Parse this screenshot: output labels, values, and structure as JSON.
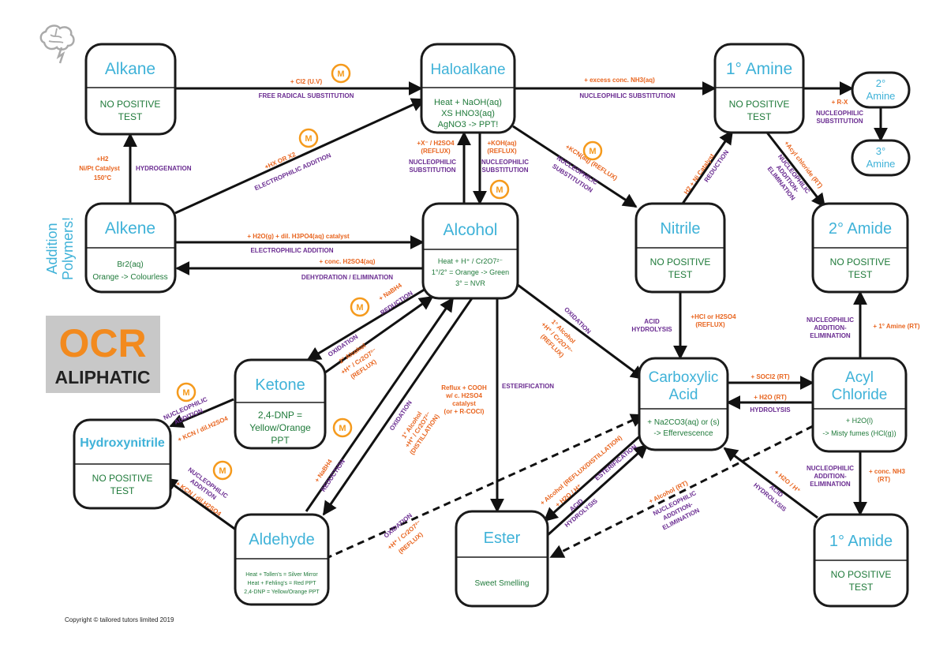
{
  "logo": {
    "icon": "brain-icon"
  },
  "brand": {
    "ocr": "OCR",
    "aliphatic": "ALIPHATIC",
    "ocr_color": "#f28a1e",
    "panel_color": "#c8c8c8"
  },
  "side_label": [
    "Addition",
    "Polymers!"
  ],
  "copyright": "Copyright © tailored tutors limited 2019",
  "colors": {
    "name": "#3fb2d8",
    "test": "#1f7a3a",
    "reagent": "#e8641e",
    "mechanism": "#6a2c91",
    "badge": "#f59a1c"
  },
  "nodes": {
    "alkane": {
      "name": "Alkane",
      "test": [
        "NO POSITIVE",
        "TEST"
      ]
    },
    "haloalkane": {
      "name": "Haloalkane",
      "test": [
        "Heat + NaOH(aq)",
        "XS HNO3(aq)",
        "AgNO3 -> PPT!"
      ]
    },
    "amine1": {
      "name": "1° Amine",
      "test": [
        "NO POSITIVE",
        "TEST"
      ]
    },
    "amine2": {
      "name": "2°",
      "name2": "Amine"
    },
    "amine3": {
      "name": "3°",
      "name2": "Amine"
    },
    "alkene": {
      "name": "Alkene",
      "test": [
        "Br2(aq)",
        "Orange -> Colourless"
      ]
    },
    "alcohol": {
      "name": "Alcohol",
      "test": [
        "Heat + H⁺ / Cr2O7²⁻",
        "1°/2° = Orange -> Green",
        "3° = NVR"
      ]
    },
    "nitrile": {
      "name": "Nitrile",
      "test": [
        "NO POSITIVE",
        "TEST"
      ]
    },
    "amide2": {
      "name": "2° Amide",
      "test": [
        "NO POSITIVE",
        "TEST"
      ]
    },
    "ketone": {
      "name": "Ketone",
      "test": [
        "2,4-DNP =",
        "Yellow/Orange",
        "PPT"
      ]
    },
    "carboxylic": {
      "name": "Carboxylic",
      "name2": "Acid",
      "test": [
        "+ Na2CO3(aq) or (s)",
        "-> Effervescence"
      ]
    },
    "acyl": {
      "name": "Acyl",
      "name2": "Chloride",
      "test": [
        "+ H2O(l)",
        "-> Misty fumes (HCl(g))"
      ]
    },
    "hydroxynitrile": {
      "name": "Hydroxynitrile",
      "test": [
        "NO POSITIVE",
        "TEST"
      ]
    },
    "aldehyde": {
      "name": "Aldehyde",
      "test": [
        "Heat + Tollen's = Silver Mirror",
        "Heat + Fehling's = Red PPT",
        "2,4-DNP = Yellow/Orange PPT"
      ]
    },
    "ester": {
      "name": "Ester",
      "test": [
        "Sweet Smelling"
      ]
    },
    "amide1": {
      "name": "1° Amide",
      "test": [
        "NO POSITIVE",
        "TEST"
      ]
    }
  },
  "labels": {
    "alkane_haloalkane_r": "+ Cl2 (U.V)",
    "alkane_haloalkane_m": "FREE RADICAL SUBSTITUTION",
    "halo_amine_r": "+ excess conc. NH3(aq)",
    "halo_amine_m": "NUCLEOPHILIC SUBSTITUTION",
    "amine_rx_r": "+ R-X",
    "amine_rx_m1": "NUCLEOPHILIC",
    "amine_rx_m2": "SUBSTITUTION",
    "hydrog_r1": "+H2",
    "hydrog_r2": "Ni/Pt Catalyst",
    "hydrog_r3": "150°C",
    "hydrog_m": "HYDROGENATION",
    "alkene_halo_r": "+HX OR X2",
    "alkene_halo_m": "ELECTROPHILIC ADDITION",
    "hydration_r": "+ H2O(g) + dil. H3PO4(aq) catalyst",
    "hydration_m": "ELECTROPHILIC ADDITION",
    "dehydration_r": "+ conc. H2SO4(aq)",
    "dehydration_m": "DEHYDRATION / ELIMINATION",
    "alc_halo_r1": "+X⁻ / H2SO4",
    "alc_halo_r2": "(REFLUX)",
    "alc_halo_m1": "NUCLEOPHILIC",
    "alc_halo_m2": "SUBSTITUTION",
    "halo_alc_r1": "+KOH(aq)",
    "halo_alc_r2": "(REFLUX)",
    "halo_alc_m1": "NUCLEOPHILIC",
    "halo_alc_m2": "SUBSTITUTION",
    "halo_nitrile_r": "+KCN(aq) (REFLUX)",
    "halo_nitrile_m1": "NUCLEOPHILIC",
    "halo_nitrile_m2": "SUBSTITUTION",
    "nitrile_amine_r": "H2 + Ni Catalyst",
    "nitrile_amine_m": "REDUCTION",
    "amine_amide_r": "+Acyl chloride (RT)",
    "amine_amide_m1": "NUCLEOPHILIC",
    "amine_amide_m2": "ADDITION-",
    "amine_amide_m3": "ELIMINATION",
    "nitrile_acid_m1": "ACID",
    "nitrile_acid_m2": "HYDROLYSIS",
    "nitrile_acid_r1": "+HCl or H2SO4",
    "nitrile_acid_r2": "(REFLUX)",
    "acyl_amide2_m1": "NUCLEOPHILIC",
    "acyl_amide2_m2": "ADDITION-",
    "acyl_amide2_m3": "ELIMINATION",
    "acyl_amide2_r": "+ 1° Amine (RT)",
    "acid_acyl_r": "+ SOCl2 (RT)",
    "acyl_acid_r": "+ H2O (RT)",
    "acyl_acid_m": "HYDROLYSIS",
    "acyl_amide1_m1": "NUCLEOPHILIC",
    "acyl_amide1_m2": "ADDITION-",
    "acyl_amide1_m3": "ELIMINATION",
    "acyl_amide1_r1": "+ conc. NH3",
    "acyl_amide1_r2": "(RT)",
    "amide1_acid_r": "+ H2O / H⁺",
    "amide1_acid_m1": "ACID",
    "amide1_acid_m2": "HYDROLYSIS",
    "acyl_ester_r": "+ Alcohol (RT)",
    "acyl_ester_m1": "NUCLEOPHILIC",
    "acyl_ester_m2": "ADDITION-",
    "acyl_ester_m3": "ELIMINATION",
    "ester_acid_r": "+ H2O / H⁺",
    "ester_acid_m1": "ACID",
    "ester_acid_m2": "HYDROLYSIS",
    "acid_ester_r": "+ Alcohol (REFLUX/DISTILLATION)",
    "acid_ester_m": "ESTERIFICATION",
    "alc_ester_r1": "Reflux + COOH",
    "alc_ester_r2": "w/ c. H2SO4",
    "alc_ester_r3": "catalyst",
    "alc_ester_r4": "(or + R-COCl)",
    "alc_ester_m": "ESTERIFICATION",
    "alc_acid_m": "OXIDATION",
    "alc_acid_r1": "1° Alcohol",
    "alc_acid_r2": "+H⁺ / Cr2O7²⁻",
    "alc_acid_r3": "(REFLUX)",
    "ket_alc_r": "+ NaBH4",
    "ket_alc_m": "REDUCTION",
    "alc_ket_m": "OXIDATION",
    "alc_ket_r1": "2° Alcohol",
    "alc_ket_r2": "+H⁺ / Cr2O7²⁻",
    "alc_ket_r3": "(REFLUX)",
    "alc_ald_m": "OXIDATION",
    "alc_ald_r1": "1° Alcohol",
    "alc_ald_r2": "+H⁺ / Cr2O7²⁻",
    "alc_ald_r3": "(DISTILLATION)",
    "ald_alc_r": "+ NaBH4",
    "ald_alc_m": "REDUCTION",
    "ket_hyd_m1": "NUCLEOPHILIC",
    "ket_hyd_m2": "ADDITION",
    "ket_hyd_r": "+ KCN / dil.H2SO4",
    "ald_hyd_m1": "NUCLEOPHILIC",
    "ald_hyd_m2": "ADDITION",
    "ald_hyd_r": "+ KCN / dil.H2SO4",
    "ald_acid_m": "OXIDATION",
    "ald_acid_r1": "+H⁺ / Cr2O7²⁻",
    "ald_acid_r2": "(REFLUX)"
  },
  "badge_label": "M"
}
